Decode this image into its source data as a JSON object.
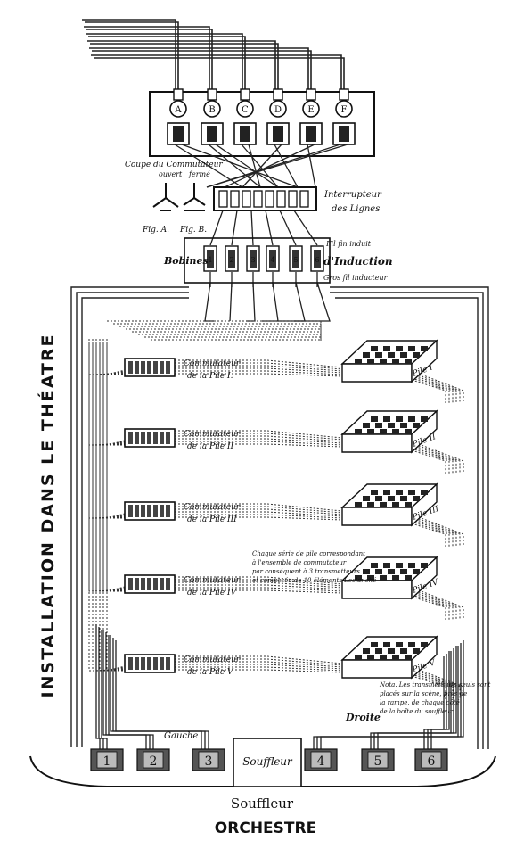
{
  "title_vertical": "INSTALLATION DANS LE THÉATRE",
  "bottom_label_1": "Souffleur",
  "bottom_label_2": "ORCHESTRE",
  "souffleur_box_label": "Souffleur",
  "gauche": "Gauche",
  "droite": "Droite",
  "interrupteur_1": "Interrupteur",
  "interrupteur_2": "des Lignes",
  "coupe_1": "Coupe du Commutateur",
  "coupe_ouvert": "ouvert",
  "coupe_ferme": "fermé",
  "fig_a": "Fig. A.",
  "fig_b": "Fig. B.",
  "bobines": "Bobines",
  "fil_fin": "Fil fin induit",
  "induction": "d'Induction",
  "gros_fil": "Gros fil inducteur",
  "switch_letters": [
    "A",
    "B",
    "C",
    "D",
    "E",
    "F"
  ],
  "coil_numbers": [
    "1",
    "2",
    "3",
    "4",
    "5",
    "6"
  ],
  "stage_numbers": [
    "1",
    "2",
    "3",
    "4",
    "5",
    "6"
  ],
  "commutateur_word": "Commutateur",
  "commutateur_labels": [
    "de la Pile I.",
    "de la Pile II",
    "de la Pile III",
    "de la Pile IV",
    "de la Pile V"
  ],
  "pile_labels": [
    "Pile I",
    "Pile II",
    "Pile III",
    "Pile IV",
    "Pile V"
  ],
  "note_chaque": [
    "Chaque série de pile correspondant",
    "à l'ensemble de commutateur",
    "par conséquent à 3 transmetteurs",
    "et composée de 10 éléments Leclanché"
  ],
  "note_transmetteurs": [
    "Nota. Les transmetteurs seuls sont",
    "placés sur la scène, près de",
    "la rampe, de chaque côté",
    "de la boîte du souffleur."
  ]
}
